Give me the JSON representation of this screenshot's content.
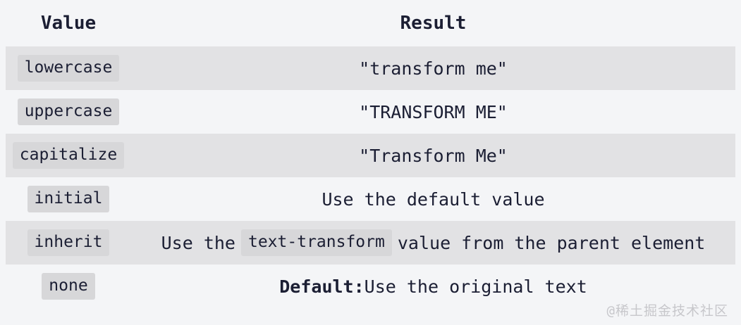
{
  "table": {
    "headers": {
      "value": "Value",
      "result": "Result"
    },
    "rows": [
      {
        "value": "lowercase",
        "result": "\"transform me\""
      },
      {
        "value": "uppercase",
        "result": "\"TRANSFORM ME\""
      },
      {
        "value": "capitalize",
        "result": "\"Transform Me\""
      },
      {
        "value": "initial",
        "result": "Use the default value"
      },
      {
        "value": "inherit",
        "result_prefix": "Use the",
        "result_code": "text-transform",
        "result_suffix": "value from the parent element"
      },
      {
        "value": "none",
        "result_bold": "Default:",
        "result_text": " Use the original text"
      }
    ]
  },
  "watermark": {
    "text": "@稀土掘金技术社区"
  },
  "colors": {
    "page_background": "#f4f5f7",
    "stripe": "#e2e2e4",
    "chip": "#d7d7d9",
    "text": "#1b1e33",
    "watermark": "#c7c7cb"
  }
}
